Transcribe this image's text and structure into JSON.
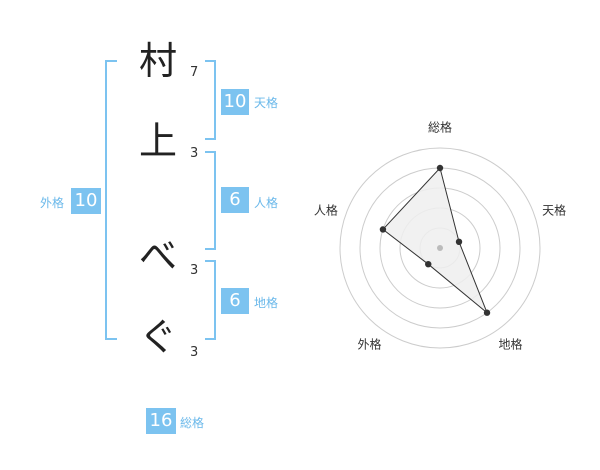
{
  "name": {
    "chars": [
      {
        "char": "村",
        "strokes": "7"
      },
      {
        "char": "上",
        "strokes": "3"
      },
      {
        "char": "べ",
        "strokes": "3"
      },
      {
        "char": "ぐ",
        "strokes": "3"
      }
    ]
  },
  "kaku": {
    "tenkaku": {
      "value": "10",
      "label": "天格"
    },
    "jinkaku": {
      "value": "6",
      "label": "人格"
    },
    "chikaku": {
      "value": "6",
      "label": "地格"
    },
    "gaikaku": {
      "value": "10",
      "label": "外格"
    },
    "soukaku": {
      "value": "16",
      "label": "総格"
    }
  },
  "chart_data": {
    "type": "radar",
    "categories": [
      "総格",
      "天格",
      "地格",
      "外格",
      "人格"
    ],
    "values": [
      4,
      1,
      4,
      1,
      3
    ],
    "rmax": 5,
    "grid": true,
    "colors": {
      "fill": "#efefef",
      "line": "#333333",
      "point": "#333333",
      "grid": "#cccccc",
      "center": "#bbbbbb"
    }
  }
}
